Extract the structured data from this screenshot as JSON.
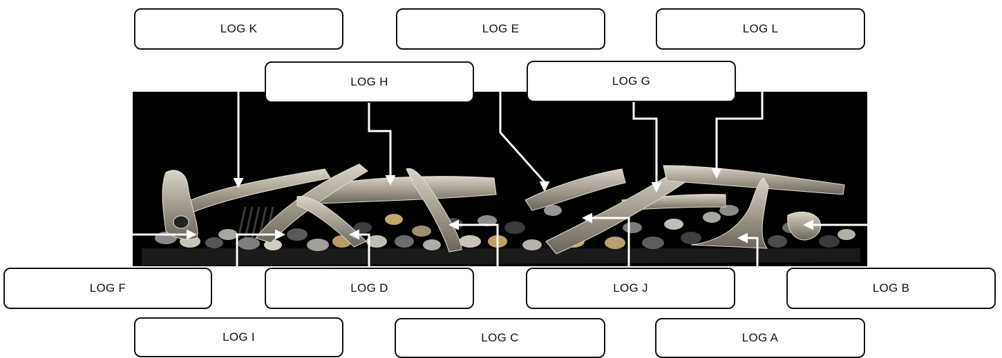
{
  "image": {
    "subject": "fireplace-driftwood-log-set"
  },
  "labels": {
    "log_a": "LOG A",
    "log_b": "LOG B",
    "log_c": "LOG C",
    "log_d": "LOG D",
    "log_e": "LOG E",
    "log_f": "LOG F",
    "log_g": "LOG G",
    "log_h": "LOG H",
    "log_i": "LOG I",
    "log_j": "LOG J",
    "log_k": "LOG K",
    "log_l": "LOG L"
  },
  "colors": {
    "background": "#000000",
    "label_border": "#111111",
    "leader_line": "#ffffff",
    "driftwood": "#b8b2a6"
  }
}
